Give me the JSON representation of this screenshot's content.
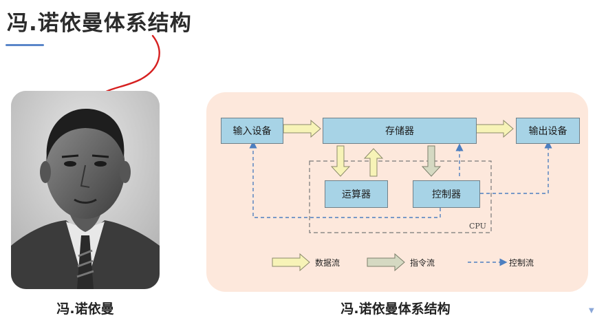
{
  "slide": {
    "title": "冯.诺依曼体系结构",
    "photo_caption": "冯.诺依曼",
    "diagram_caption": "冯.诺依曼体系结构"
  },
  "diagram": {
    "nodes": {
      "input": "输入设备",
      "memory": "存储器",
      "output": "输出设备",
      "alu": "运算器",
      "control": "控制器",
      "cpu": "CPU"
    },
    "legend": {
      "data_flow": "数据流",
      "instruction_flow": "指令流",
      "control_flow": "控制流"
    }
  },
  "colors": {
    "box_fill": "#a7d3e6",
    "panel_bg": "#fde8dc",
    "data_arrow": "#f7f3b7",
    "instruction_arrow": "#d5d9c2",
    "control_line": "#4d7fc0",
    "annotation_ink": "#d62020",
    "accent_underline": "#5a86c9"
  }
}
